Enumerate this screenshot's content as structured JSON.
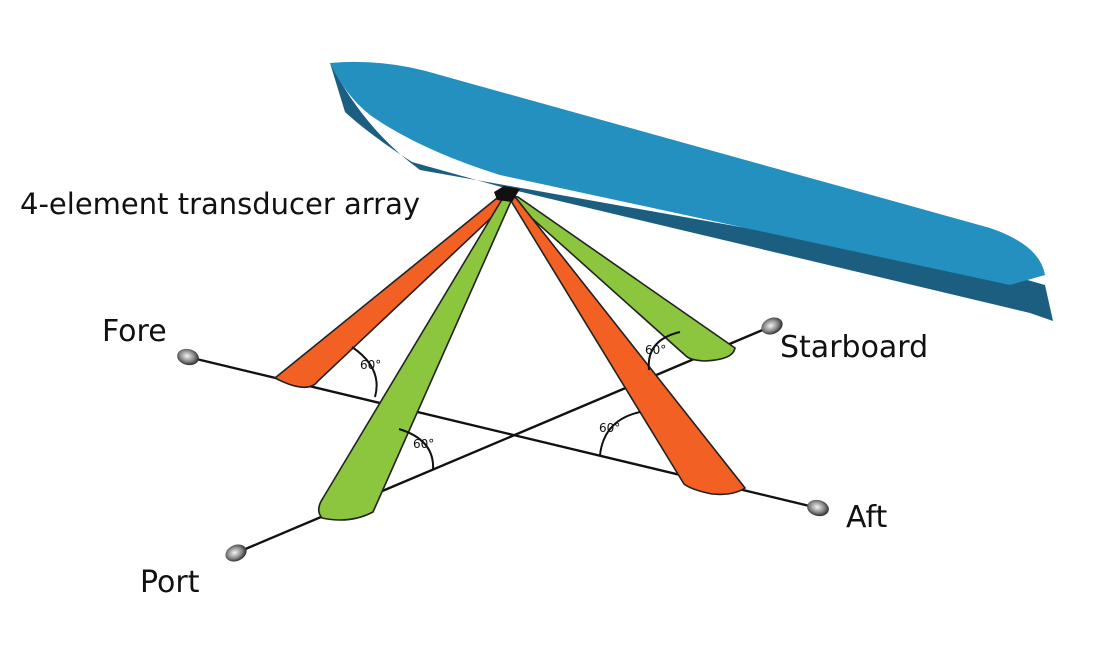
{
  "labels": {
    "transducer": "4-element transducer array",
    "fore": "Fore",
    "aft": "Aft",
    "starboard": "Starboard",
    "port": "Port"
  },
  "angles": {
    "fore_beam": "60°",
    "port_beam": "60°",
    "aft_beam": "60°",
    "starboard_beam": "60°"
  },
  "colors": {
    "hull_top": "#2390C0",
    "hull_side": "#1C5E80",
    "beam_orange": "#F26024",
    "beam_green": "#8CC63F",
    "axis": "#111111"
  }
}
